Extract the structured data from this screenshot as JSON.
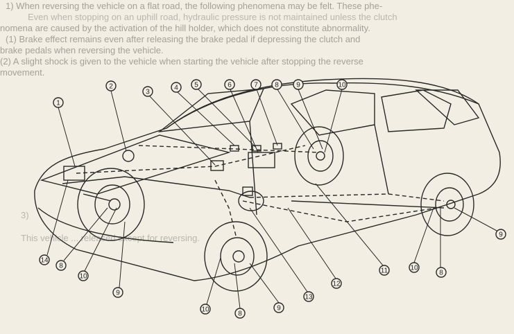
{
  "bleed_text": [
    "1)  When reversing the vehicle on a flat road, the following phenomena may be felt. These phe-",
    "nomena are caused by the activation of the hill holder, which does not constitute abnormality.",
    "(1)  Brake effect remains even after releasing the brake pedal if depressing the clutch and",
    "brake pedals when reversing the vehicle.",
    "(2)  A slight shock is given to the vehicle when starting the vehicle after stopping the reverse",
    "movement."
  ],
  "mirror_text": [
    "Even when stopping on an uphill road, hydraulic pressure is not maintained unless the clutch",
    "3)",
    "This vehicle ... released except for reversing."
  ],
  "callouts": [
    "1",
    "2",
    "3",
    "4",
    "5",
    "6",
    "7",
    "8",
    "9",
    "10",
    "14",
    "8",
    "10",
    "9",
    "10",
    "8",
    "9",
    "13",
    "12",
    "11",
    "10",
    "8",
    "9"
  ],
  "colors": {
    "paper": "#f2eee4",
    "ink": "#2a2826"
  }
}
